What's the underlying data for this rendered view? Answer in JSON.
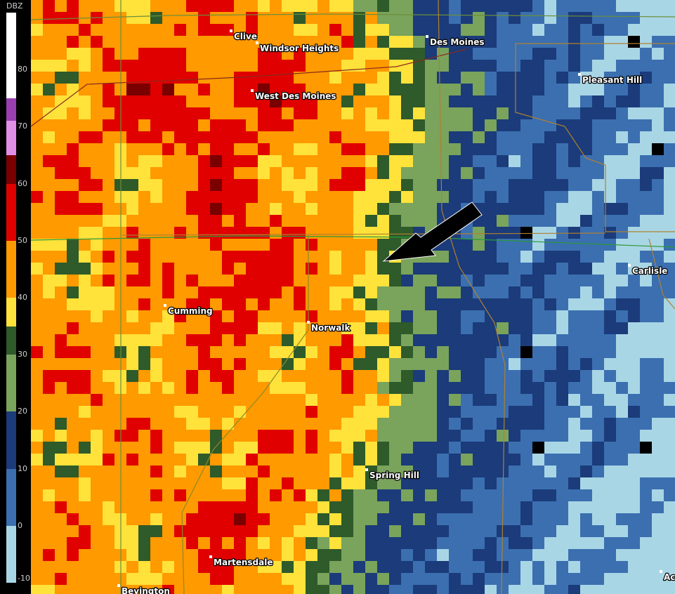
{
  "legend": {
    "title": "DBZ",
    "ticks": [
      {
        "label": "80",
        "value": 80
      },
      {
        "label": "70",
        "value": 70
      },
      {
        "label": "60",
        "value": 60
      },
      {
        "label": "50",
        "value": 50
      },
      {
        "label": "40",
        "value": 40
      },
      {
        "label": "30",
        "value": 30
      },
      {
        "label": "20",
        "value": 20
      },
      {
        "label": "10",
        "value": 10
      },
      {
        "label": "0",
        "value": 0
      },
      {
        "label": "-10",
        "value": -10
      }
    ],
    "colors": {
      "white": "#ffffff",
      "purple": "#9a3fb2",
      "pink": "#e18ee6",
      "dark_red": "#7a0000",
      "red": "#e00000",
      "orange": "#ff9a00",
      "yellow": "#ffe23a",
      "dark_green": "#2f5a2a",
      "green": "#7aa35c",
      "navy": "#1b3b7a",
      "blue": "#3b6fb0",
      "light_blue": "#a9d6e5"
    }
  },
  "cities": [
    {
      "name": "Clive"
    },
    {
      "name": "Windsor Heights"
    },
    {
      "name": "Des Moines"
    },
    {
      "name": "Pleasant Hill"
    },
    {
      "name": "West Des Moines"
    },
    {
      "name": "Carlisle"
    },
    {
      "name": "Cumming"
    },
    {
      "name": "Norwalk"
    },
    {
      "name": "Spring Hill"
    },
    {
      "name": "Martensdale"
    },
    {
      "name": "Bevington"
    },
    {
      "name": "Ac"
    }
  ],
  "annotation": {
    "type": "arrow",
    "color": "#000000"
  }
}
